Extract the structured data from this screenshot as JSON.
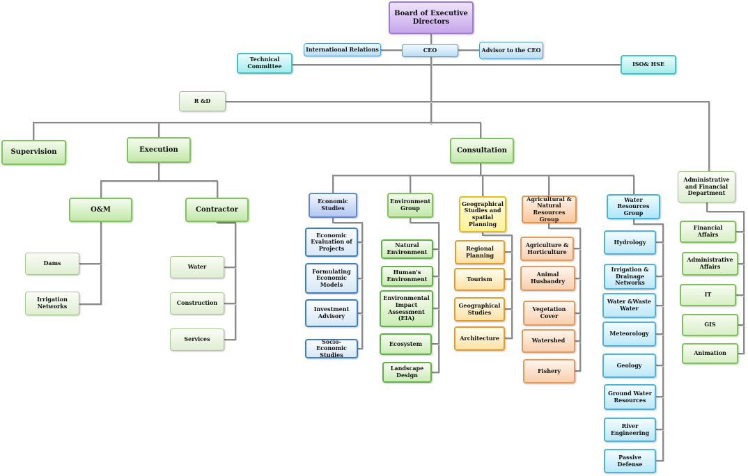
{
  "top": {
    "board": "Board of Executive Directors",
    "ceo": "CEO",
    "international_relations": "International Relations",
    "advisor": "Advisor to the CEO",
    "technical_committee": "Technical Committee",
    "iso_hse": "ISO& HSE",
    "rnd": "R &D"
  },
  "level1": {
    "supervision": "Supervision",
    "execution": "Execution",
    "consultation": "Consultation",
    "admin_fin": "Administrative and Financial Department"
  },
  "execution": {
    "om": "O&M",
    "contractor": "Contractor",
    "om_items": [
      "Dams",
      "Irrigation Networks"
    ],
    "contractor_items": [
      "Water",
      "Construction",
      "Services"
    ]
  },
  "consultation_groups": [
    {
      "name": "Economic Studies",
      "items": [
        "Economic Evaluation of Projects",
        "Formulating Economic Models",
        "Investment Advisory",
        "Socio-Economic Studies"
      ]
    },
    {
      "name": "Environment Group",
      "items": [
        "Natural Environment",
        "Human's Environment",
        "Environmental Impact Assessment (EIA)",
        "Ecosystem",
        "Landscape Design"
      ]
    },
    {
      "name": "Geographical Studies and spatial Planning",
      "items": [
        "Regional Planning",
        "Tourism",
        "Geographical Studies",
        "Architecture"
      ]
    },
    {
      "name": "Agricultural & Natural Resources Group",
      "items": [
        "Agriculture & Horticulture",
        "Animal Husbandry",
        "Vegetation Cover",
        "Watershed",
        "Fishery"
      ]
    },
    {
      "name": "Water Resources Group",
      "items": [
        "Hydrology",
        "Irrigation & Drainage Networks",
        "Water &Waste Water",
        "Meteorology",
        "Geology",
        "Ground Water Resources",
        "River Engineering",
        "Passive Defense"
      ]
    }
  ],
  "admin_items": [
    "Financial Affairs",
    "Administrative Affairs",
    "IT",
    "GIS",
    "Animation"
  ],
  "colors": {
    "connector": "#8a8a8a",
    "connector_shadow": "#d0d0d0"
  }
}
